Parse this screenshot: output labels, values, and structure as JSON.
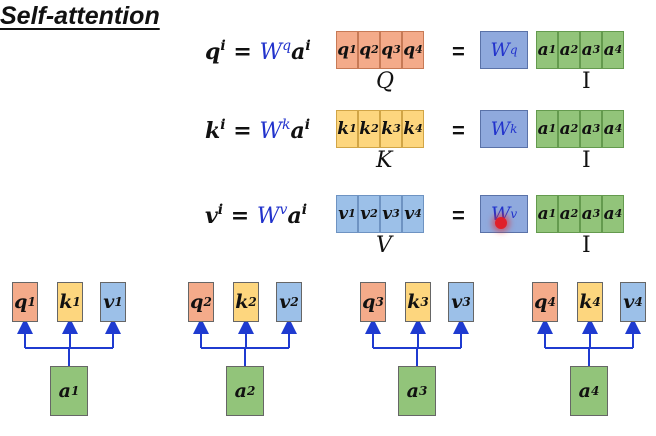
{
  "title": "Self-attention",
  "rows": [
    {
      "lhs": "q",
      "sup": "i",
      "w": "W",
      "wsup": "q",
      "a": "a",
      "asup": "i",
      "cell_letter": "q",
      "type": "q",
      "under": "Q",
      "input_label": "I"
    },
    {
      "lhs": "k",
      "sup": "i",
      "w": "W",
      "wsup": "k",
      "a": "a",
      "asup": "i",
      "cell_letter": "k",
      "type": "k",
      "under": "K",
      "input_label": "I"
    },
    {
      "lhs": "v",
      "sup": "i",
      "w": "W",
      "wsup": "v",
      "a": "a",
      "asup": "i",
      "cell_letter": "v",
      "type": "v",
      "under": "V",
      "input_label": "I"
    }
  ],
  "indices": [
    "1",
    "2",
    "3",
    "4"
  ],
  "equals": "=",
  "input_letter": "a",
  "colors": {
    "q": "#f4ab8a",
    "k": "#fdd67e",
    "v": "#9cc0e8",
    "a": "#92c47a",
    "w": "#8fa9dd",
    "arrow": "#1f3bd0",
    "pointer": "#e0202a"
  }
}
